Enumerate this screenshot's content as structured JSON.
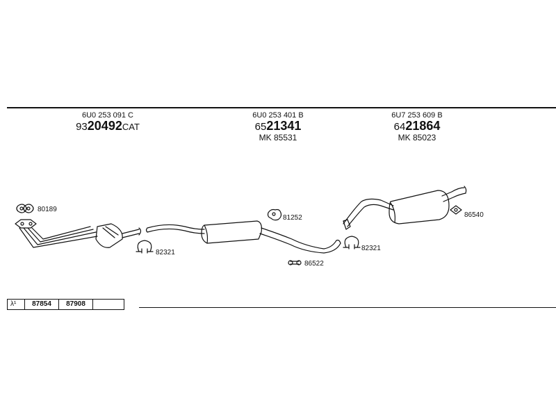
{
  "headers": [
    {
      "oem": "6U0 253 091 C",
      "prefix": "93",
      "number": "20492",
      "suffix": "CAT",
      "mk": ""
    },
    {
      "oem": "6U0 253 401 B",
      "prefix": "65",
      "number": "21341",
      "suffix": "",
      "mk": "MK  85531"
    },
    {
      "oem": "6U7 253 609 B",
      "prefix": "64",
      "number": "21864",
      "suffix": "",
      "mk": "MK  85023"
    }
  ],
  "labels": {
    "l80189": "80189",
    "l82321a": "82321",
    "l81252": "81252",
    "l86522": "86522",
    "l82321b": "82321",
    "l86540": "86540"
  },
  "parts_row": {
    "symbol": "λ¹",
    "cells": [
      "87854",
      "87908",
      ""
    ]
  }
}
